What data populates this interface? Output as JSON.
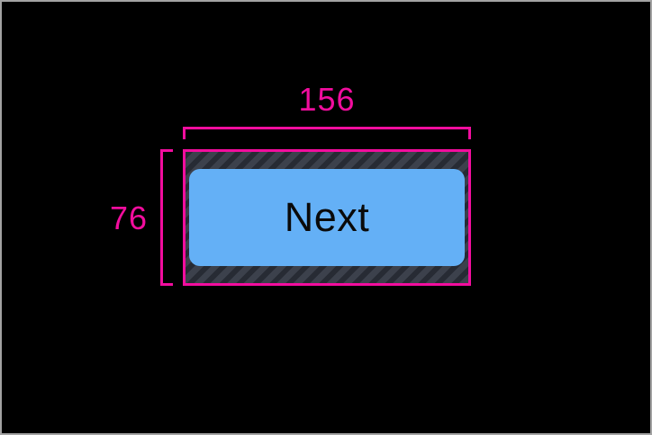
{
  "scene": {
    "background_color": "#000000",
    "frame_border_color": "#A3A3A3"
  },
  "measurements": {
    "accent_color": "#F20D9E",
    "width": {
      "label": "156"
    },
    "height": {
      "label": "76"
    }
  },
  "component": {
    "padding_hatch": {
      "base_color": "#3C414C",
      "stripe_color": "#272B34"
    },
    "button": {
      "label": "Next",
      "fill_color": "#64B0F6",
      "text_color": "#0A0A0A"
    }
  }
}
